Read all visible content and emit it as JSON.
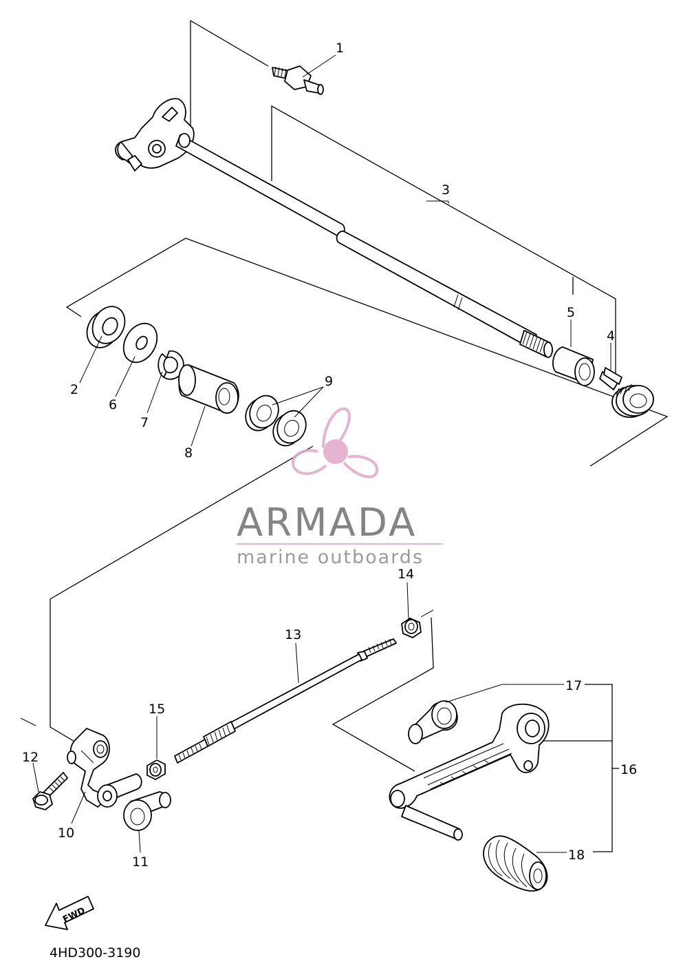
{
  "diagram_code": "4HD300-3190",
  "watermark": {
    "brand": "ARMADA",
    "tagline": "marine outboards",
    "logo_color": "#e0a7c8",
    "text_color": "#6f6f6f"
  },
  "fwd_label": "FWD",
  "callouts": [
    "1",
    "2",
    "3",
    "4",
    "5",
    "6",
    "7",
    "8",
    "9",
    "10",
    "11",
    "12",
    "13",
    "14",
    "15",
    "16",
    "17",
    "18"
  ]
}
